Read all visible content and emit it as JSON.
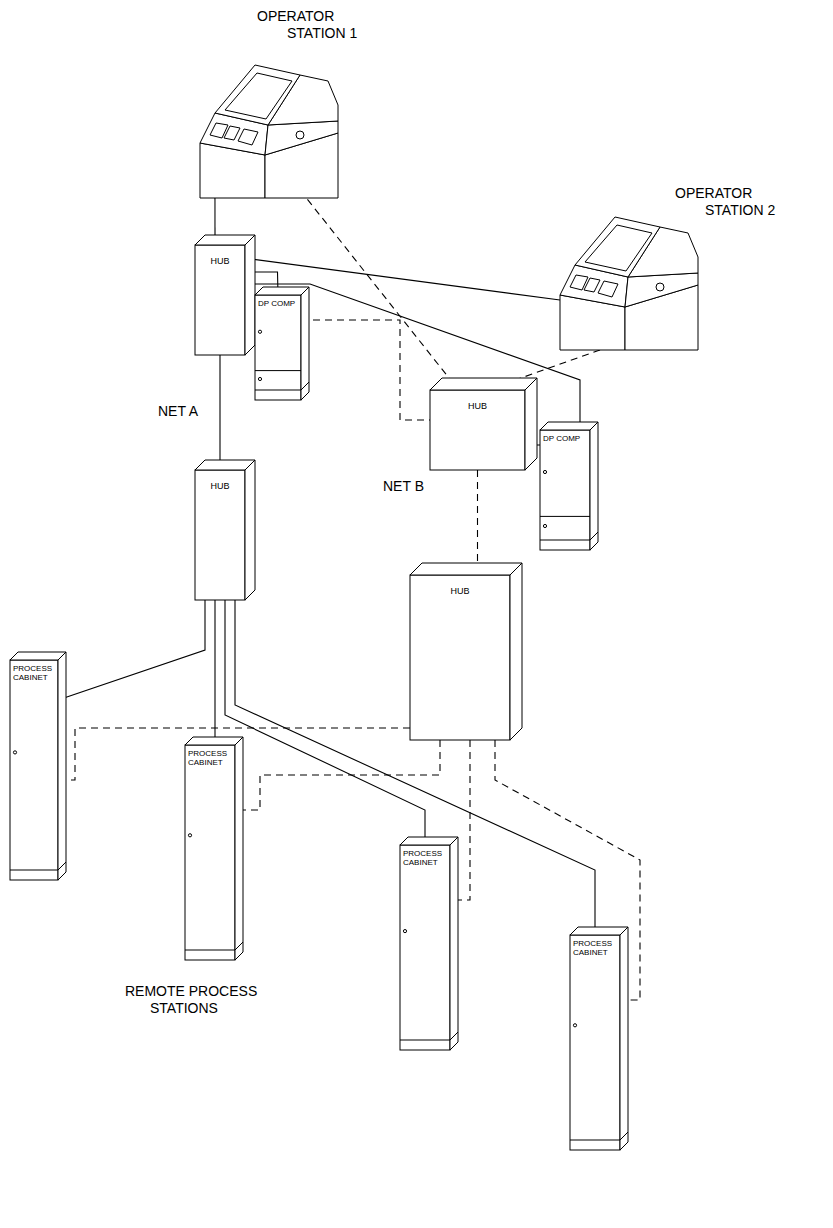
{
  "diagram": {
    "nodes": [
      {
        "text": [
          "OPERATOR STATION 1"
        ]
      },
      {
        "text": [
          "OPERATOR STATION 2"
        ]
      },
      {
        "text": [
          "HUB"
        ]
      },
      {
        "text": [
          "DP COMP"
        ]
      },
      {
        "text": [
          "HUB"
        ]
      },
      {
        "text": [
          "DP COMP"
        ]
      },
      {
        "text": [
          "HUB"
        ]
      },
      {
        "text": [
          "HUB"
        ]
      },
      {
        "text": [
          "PROCESS CABINET"
        ]
      },
      {
        "text": [
          "PROCESS CABINET"
        ]
      },
      {
        "text": [
          "PROCESS CABINET"
        ]
      },
      {
        "text": [
          "PROCESS CABINET"
        ]
      }
    ],
    "edges": [
      {
        "from": 0,
        "to": 2,
        "arrow": "none"
      },
      {
        "from": 0,
        "to": 4,
        "arrow": "none"
      },
      {
        "from": 1,
        "to": 2,
        "arrow": "none"
      },
      {
        "from": 1,
        "to": 4,
        "arrow": "none"
      },
      {
        "from": 3,
        "to": 2,
        "arrow": "none"
      },
      {
        "from": 5,
        "to": 2,
        "arrow": "none"
      },
      {
        "from": 3,
        "to": 4,
        "arrow": "none"
      },
      {
        "from": 5,
        "to": 4,
        "arrow": "none"
      },
      {
        "from": 2,
        "to": 6,
        "arrow": "none"
      },
      {
        "from": 4,
        "to": 7,
        "arrow": "none"
      },
      {
        "from": 6,
        "to": 8,
        "arrow": "none"
      },
      {
        "from": 6,
        "to": 9,
        "arrow": "none"
      },
      {
        "from": 6,
        "to": 10,
        "arrow": "none"
      },
      {
        "from": 6,
        "to": 11,
        "arrow": "none"
      },
      {
        "from": 7,
        "to": 8,
        "arrow": "none"
      },
      {
        "from": 7,
        "to": 9,
        "arrow": "none"
      },
      {
        "from": 7,
        "to": 10,
        "arrow": "none"
      },
      {
        "from": 7,
        "to": 11,
        "arrow": "none"
      }
    ],
    "labels": [
      "NET A",
      "NET B",
      "REMOTE PROCESS STATIONS"
    ]
  }
}
